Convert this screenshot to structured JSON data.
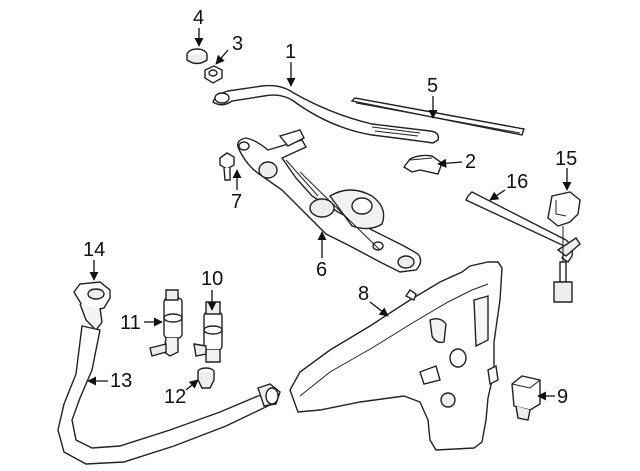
{
  "diagram": {
    "title": "Windshield wiper and washer components",
    "colors": {
      "ink": "#1a1a1a",
      "fill": "#ffffff",
      "shade": "#e9e9e9",
      "line": "#222222"
    },
    "callouts": [
      {
        "id": "1",
        "label": "1"
      },
      {
        "id": "2",
        "label": "2"
      },
      {
        "id": "3",
        "label": "3"
      },
      {
        "id": "4",
        "label": "4"
      },
      {
        "id": "5",
        "label": "5"
      },
      {
        "id": "6",
        "label": "6"
      },
      {
        "id": "7",
        "label": "7"
      },
      {
        "id": "8",
        "label": "8"
      },
      {
        "id": "9",
        "label": "9"
      },
      {
        "id": "10",
        "label": "10"
      },
      {
        "id": "11",
        "label": "11"
      },
      {
        "id": "12",
        "label": "12"
      },
      {
        "id": "13",
        "label": "13"
      },
      {
        "id": "14",
        "label": "14"
      },
      {
        "id": "15",
        "label": "15"
      },
      {
        "id": "16",
        "label": "16"
      }
    ]
  }
}
